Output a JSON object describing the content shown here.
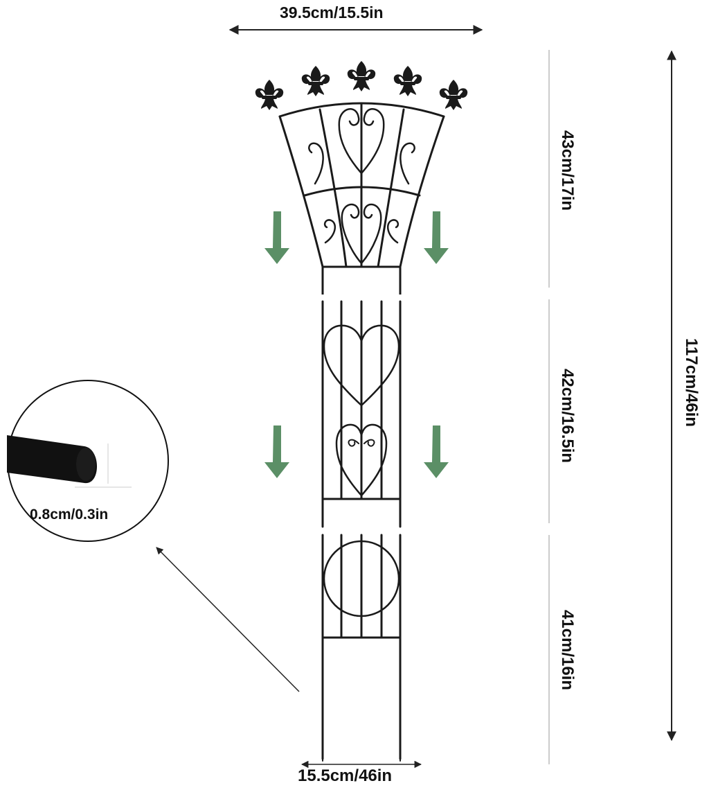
{
  "dimensions": {
    "top_width": "39.5cm/15.5in",
    "bottom_width": "15.5cm/46in",
    "top_section_height": "43cm/17in",
    "middle_section_height": "42cm/16.5in",
    "bottom_section_height": "41cm/16in",
    "total_height": "117cm/46in",
    "wire_diameter": "0.8cm/0.3in"
  },
  "colors": {
    "metal": "#1a1a1a",
    "assembly_arrow": "#5b8f66",
    "dimension_line": "#222222",
    "guide_line": "#aaaaaa"
  },
  "icons": {
    "finial": "fleur-de-lis-icon",
    "assembly_arrow": "arrow-down-icon"
  }
}
